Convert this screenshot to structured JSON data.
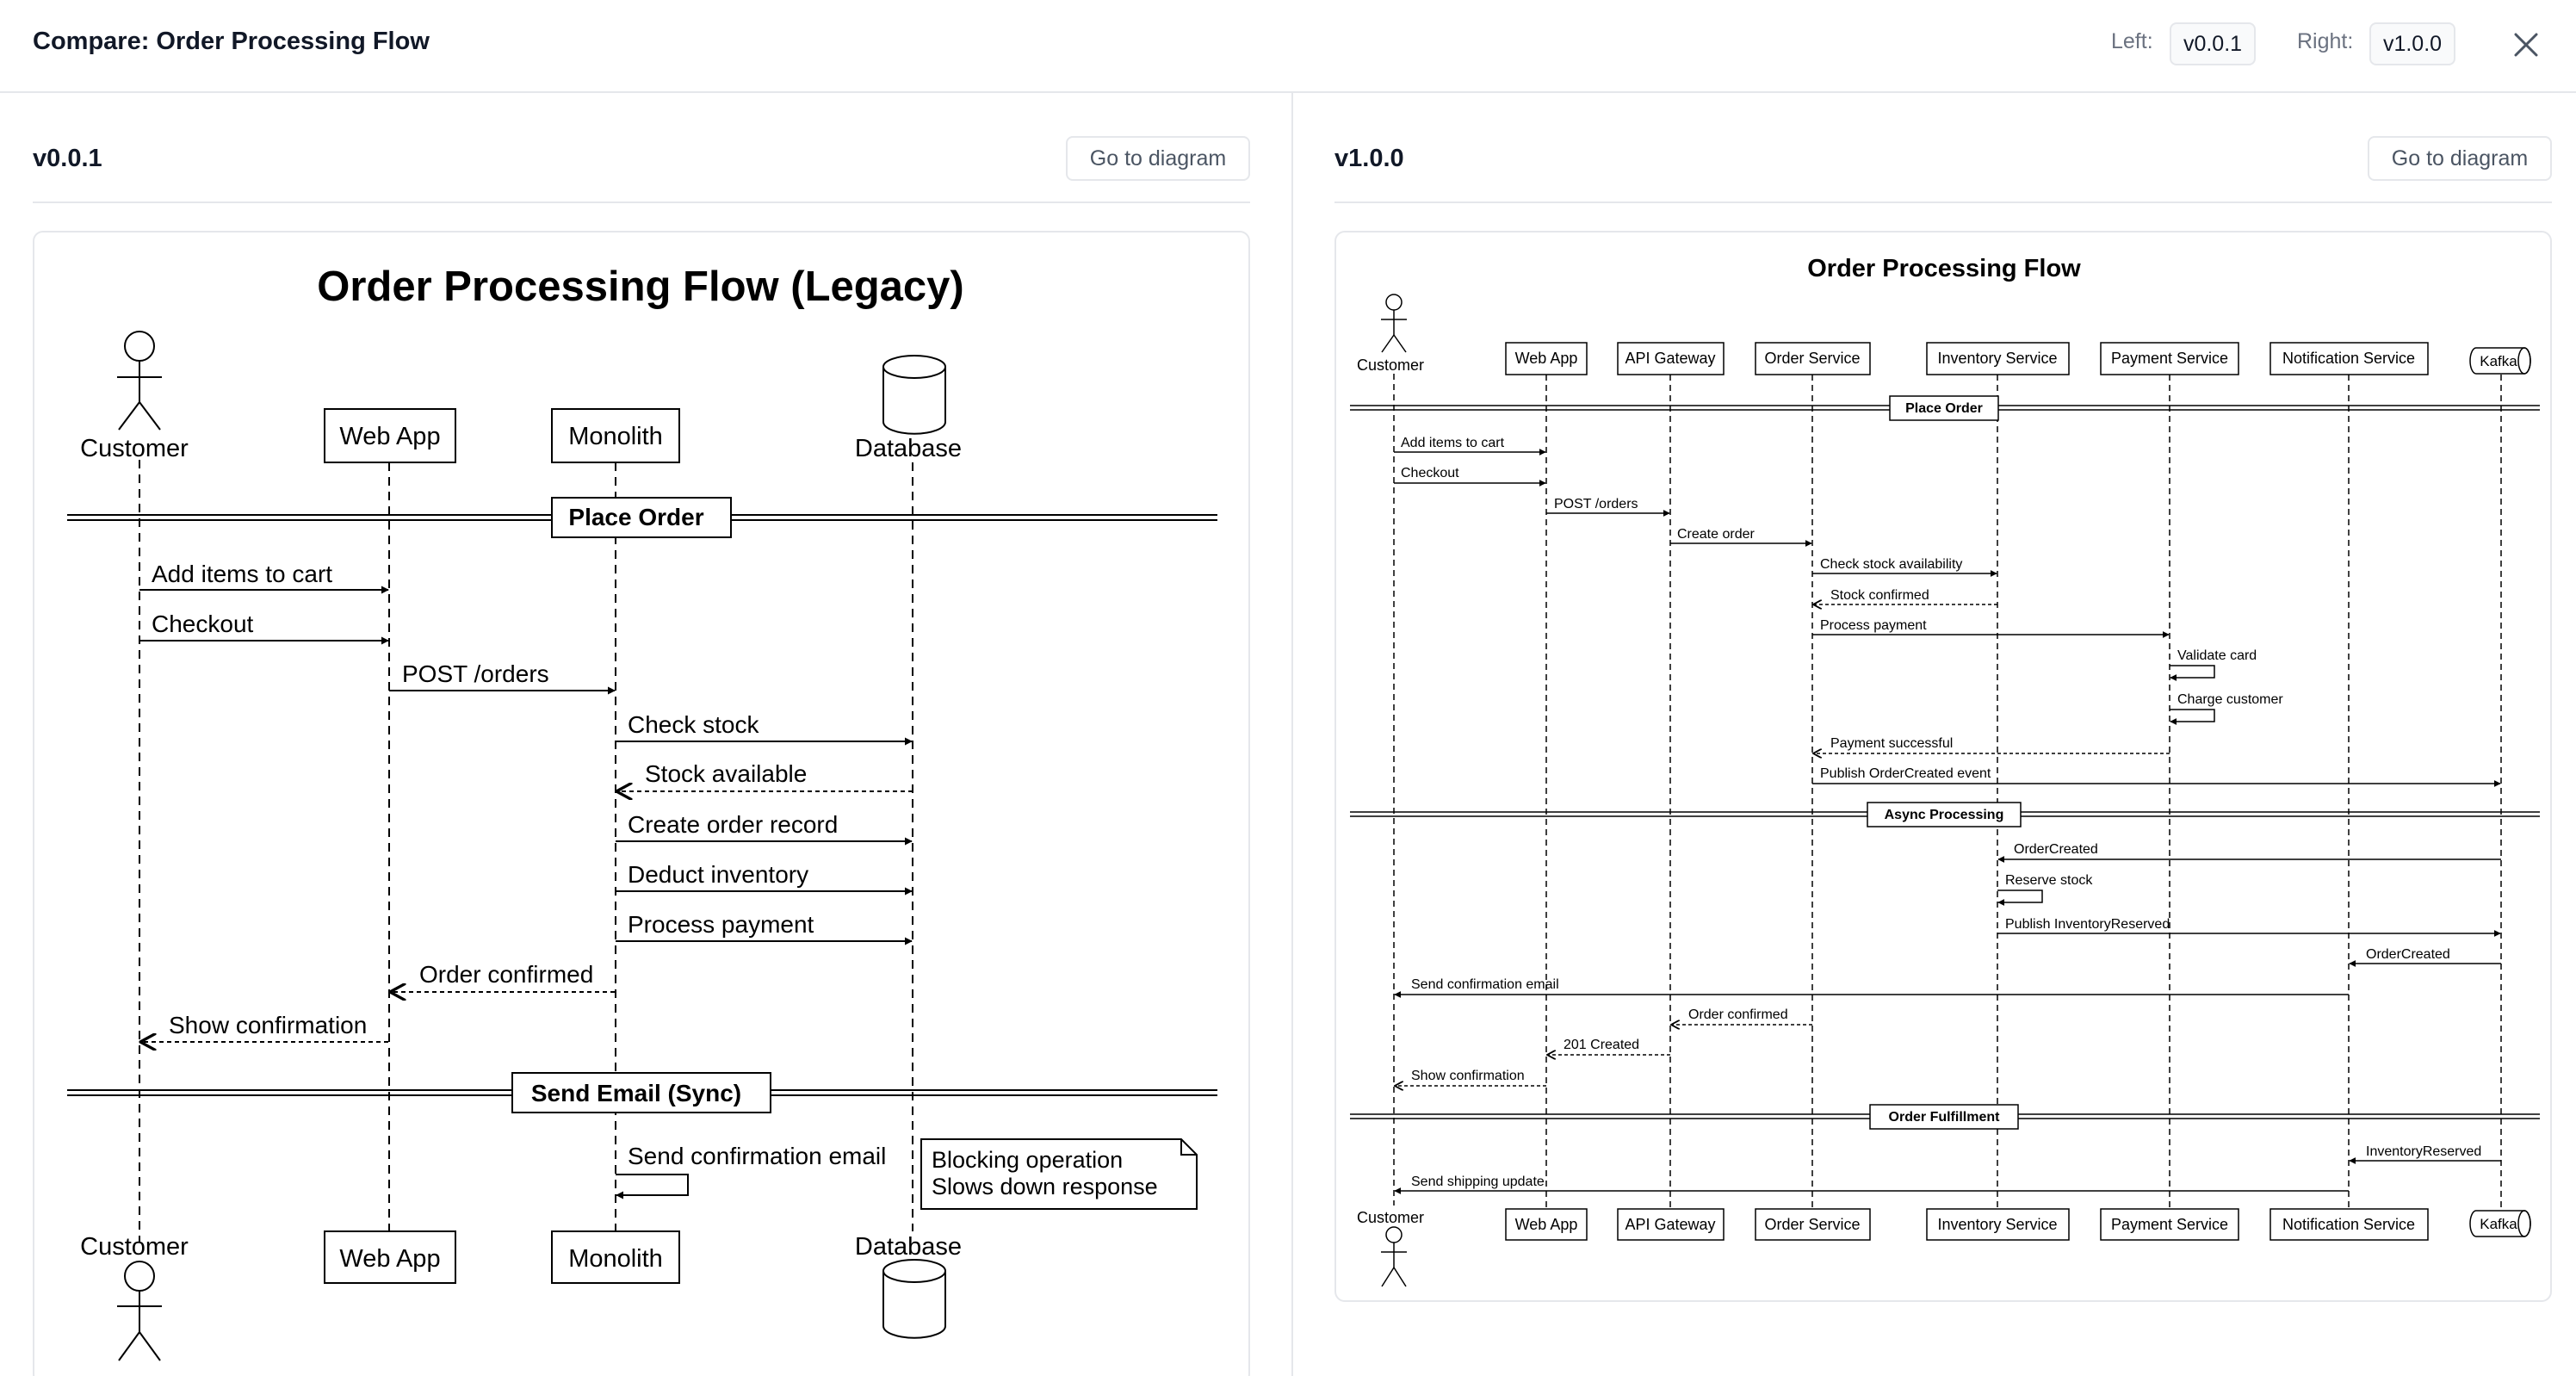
{
  "header": {
    "title": "Compare: Order Processing Flow",
    "left_label": "Left:",
    "left_value": "v0.0.1",
    "right_label": "Right:",
    "right_value": "v1.0.0"
  },
  "left_panel": {
    "version": "v0.0.1",
    "goto_label": "Go to diagram",
    "diagram": {
      "title": "Order Processing Flow (Legacy)",
      "participants": [
        "Customer",
        "Web App",
        "Monolith",
        "Database"
      ],
      "sections": [
        "Place Order",
        "Send Email (Sync)"
      ],
      "messages": [
        "Add items to cart",
        "Checkout",
        "POST /orders",
        "Check stock",
        "Stock available",
        "Create order record",
        "Deduct inventory",
        "Process payment",
        "Order confirmed",
        "Show confirmation",
        "Send confirmation email"
      ],
      "note_lines": [
        "Blocking operation",
        "Slows down response"
      ]
    }
  },
  "right_panel": {
    "version": "v1.0.0",
    "goto_label": "Go to diagram",
    "diagram": {
      "title": "Order Processing Flow",
      "participants": [
        "Customer",
        "Web App",
        "API Gateway",
        "Order Service",
        "Inventory Service",
        "Payment Service",
        "Notification Service",
        "Kafka"
      ],
      "sections": [
        "Place Order",
        "Async Processing",
        "Order Fulfillment"
      ],
      "messages": [
        "Add items to cart",
        "Checkout",
        "POST /orders",
        "Create order",
        "Check stock availability",
        "Stock confirmed",
        "Process payment",
        "Validate card",
        "Charge customer",
        "Payment successful",
        "Publish OrderCreated event",
        "OrderCreated",
        "Reserve stock",
        "Publish InventoryReserved",
        "OrderCreated",
        "Send confirmation email",
        "Order confirmed",
        "201 Created",
        "Show confirmation",
        "InventoryReserved",
        "Send shipping update"
      ]
    }
  },
  "colors": {
    "border": "#e5e7eb",
    "text": "#111827",
    "muted": "#6b7280",
    "diagram_line": "#000000"
  }
}
